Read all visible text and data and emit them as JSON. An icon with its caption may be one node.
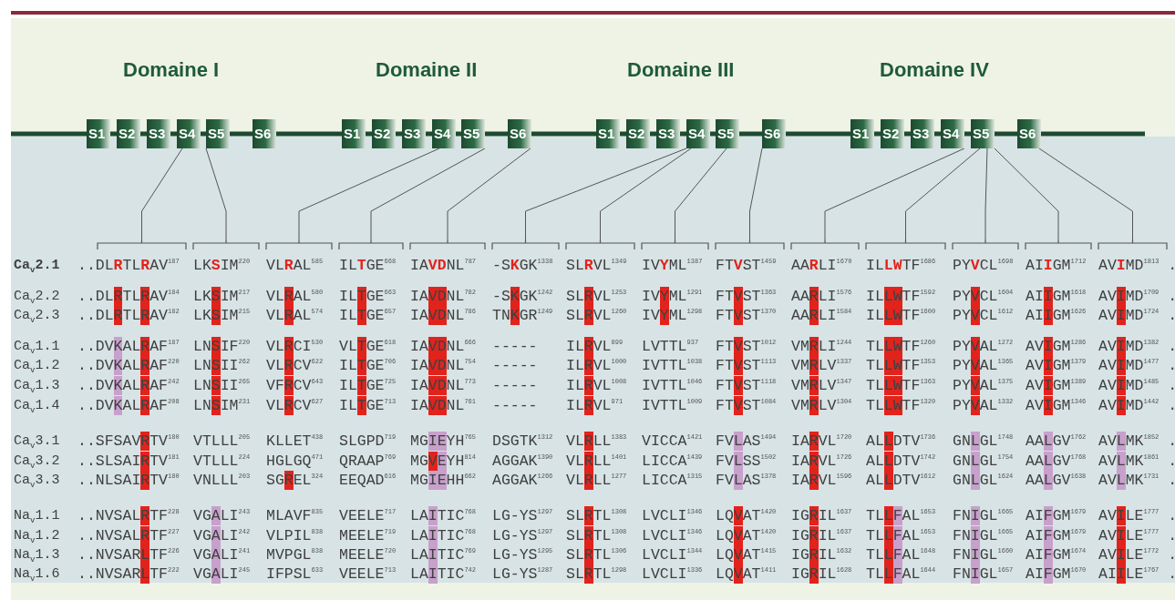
{
  "diagram": {
    "nodes": [
      {
        "text": [
          "S1"
        ]
      },
      {
        "text": [
          "S2"
        ]
      },
      {
        "text": [
          "S3"
        ]
      },
      {
        "text": [
          "S4"
        ]
      },
      {
        "text": [
          "S5"
        ]
      },
      {
        "text": [
          "S6"
        ]
      },
      {
        "text": [
          "S1"
        ]
      },
      {
        "text": [
          "S2"
        ]
      },
      {
        "text": [
          "S3"
        ]
      },
      {
        "text": [
          "S4"
        ]
      },
      {
        "text": [
          "S5"
        ]
      },
      {
        "text": [
          "S6"
        ]
      },
      {
        "text": [
          "S1"
        ]
      },
      {
        "text": [
          "S2"
        ]
      },
      {
        "text": [
          "S3"
        ]
      },
      {
        "text": [
          "S4"
        ]
      },
      {
        "text": [
          "S5"
        ]
      },
      {
        "text": [
          "S6"
        ]
      },
      {
        "text": [
          "S1"
        ]
      },
      {
        "text": [
          "S2"
        ]
      },
      {
        "text": [
          "S3"
        ]
      },
      {
        "text": [
          "S4"
        ]
      },
      {
        "text": [
          "S5"
        ]
      },
      {
        "text": [
          "S6"
        ]
      },
      {
        "text": [],
        "shape": "bracket"
      },
      {
        "text": [],
        "shape": "bracket"
      },
      {
        "text": [],
        "shape": "bracket"
      },
      {
        "text": [],
        "shape": "bracket"
      },
      {
        "text": [],
        "shape": "bracket"
      },
      {
        "text": [],
        "shape": "bracket"
      },
      {
        "text": [],
        "shape": "bracket"
      },
      {
        "text": [],
        "shape": "bracket"
      },
      {
        "text": [],
        "shape": "bracket"
      },
      {
        "text": [],
        "shape": "bracket"
      },
      {
        "text": [],
        "shape": "bracket"
      },
      {
        "text": [],
        "shape": "bracket"
      },
      {
        "text": [],
        "shape": "bracket"
      },
      {
        "text": [],
        "shape": "bracket"
      }
    ],
    "edges": [
      {
        "from": 3,
        "to": 24,
        "arrow": "none"
      },
      {
        "from": 4,
        "to": 25,
        "arrow": "none"
      },
      {
        "from": 9,
        "to": 26,
        "arrow": "none"
      },
      {
        "from": 10,
        "to": 27,
        "arrow": "none"
      },
      {
        "from": 11,
        "to": 28,
        "arrow": "none"
      },
      {
        "from": 15,
        "to": 29,
        "arrow": "none"
      },
      {
        "from": 15,
        "to": 30,
        "arrow": "none"
      },
      {
        "from": 16,
        "to": 31,
        "arrow": "none"
      },
      {
        "from": 17,
        "to": 32,
        "arrow": "none"
      },
      {
        "from": 21,
        "to": 33,
        "arrow": "none"
      },
      {
        "from": 22,
        "to": 34,
        "arrow": "none"
      },
      {
        "from": 22,
        "to": 35,
        "arrow": "none"
      },
      {
        "from": 22,
        "to": 36,
        "arrow": "none"
      },
      {
        "from": 23,
        "to": 37,
        "arrow": "none"
      }
    ],
    "labels": [
      "Domaine I",
      "Domaine II",
      "Domaine III",
      "Domaine IV",
      "Ca$_{v}$2.1",
      "..DLRTLRAV$^{187}$",
      "LKSIM$^{220}$",
      "VLRAL$^{585}$",
      "ILTGE$^{668}$",
      "IAVDNL$^{787}$",
      "-SKGK$^{1338}$",
      "SLRVL$^{1349}$",
      "IVYML$^{1387}$",
      "FTVST$^{1459}$",
      "AARLI$^{1670}$",
      "ILLWTF$^{1686}$",
      "PYVCL$^{1698}$",
      "AIIGM$^{1712}$",
      "AVIMD$^{1813}$ .",
      "Ca$_{v}$2.2",
      "..DLRTLRAV$^{184}$",
      "LKSIM$^{217}$",
      "VLRAL$^{580}$",
      "ILTGE$^{663}$",
      "IAVDNL$^{782}$",
      "-SKGK$^{1242}$",
      "SLRVL$^{1253}$",
      "IVYML$^{1291}$",
      "FTVST$^{1363}$",
      "AARLI$^{1576}$",
      "ILLWTF$^{1592}$",
      "PYVCL$^{1604}$",
      "AIIGM$^{1618}$",
      "AVIMD$^{1709}$ .",
      "Ca$_{v}$2.3",
      "..DLRTLRAV$^{182}$",
      "LKSIM$^{215}$",
      "VLRAL$^{574}$",
      "ILTGE$^{657}$",
      "IAVDNL$^{786}$",
      "TNKGR$^{1249}$",
      "SLRVL$^{1260}$",
      "IVYML$^{1298}$",
      "FTVST$^{1370}$",
      "AARLI$^{1584}$",
      "ILLWTF$^{1600}$",
      "PYVCL$^{1612}$",
      "AIIGM$^{1626}$",
      "AVIMD$^{1724}$ .",
      "Ca$_{v}$1.1",
      "..DVKALRAF$^{187}$",
      "LNSIF$^{220}$",
      "VLRCI$^{530}$",
      "VLTGE$^{618}$",
      "IAVDNL$^{666}$",
      "-----",
      "ILRVL$^{899}$",
      "LVTTL$^{937}$",
      "FTVST$^{1012}$",
      "VMRLI$^{1244}$",
      "TLLWTF$^{1260}$",
      "PYVAL$^{1272}$",
      "AVIGM$^{1286}$",
      "AVIMD$^{1382}$ .",
      "Ca$_{v}$1.2",
      "..DVKALRAF$^{220}$",
      "LNSII$^{262}$",
      "VLRCV$^{622}$",
      "ILTGE$^{706}$",
      "IAVDNL$^{754}$",
      "-----",
      "ILRVL$^{1000}$",
      "IVTTL$^{1038}$",
      "FTVST$^{1113}$",
      "VMRLV$^{1337}$",
      "TLLWTF$^{1353}$",
      "PYVAL$^{1365}$",
      "AVIGM$^{1379}$",
      "AVIMD$^{1477}$ .",
      "Ca$_{v}$1.3",
      "..DVKALRAF$^{242}$",
      "LNSII$^{265}$",
      "VFRCV$^{643}$",
      "ILTGE$^{725}$",
      "IAVDNL$^{773}$",
      "-----",
      "ILRVL$^{1008}$",
      "IVTTL$^{1046}$",
      "FTVST$^{1118}$",
      "VMRLV$^{1347}$",
      "TLLWTF$^{1363}$",
      "PYVAL$^{1375}$",
      "AVIGM$^{1389}$",
      "AVIMD$^{1485}$ .",
      "Ca$_{v}$1.4",
      "..DVKALRAF$^{208}$",
      "LNSIM$^{231}$",
      "VLRCV$^{627}$",
      "ILTGE$^{713}$",
      "IAVDNL$^{761}$",
      "-----",
      "ILRVL$^{971}$",
      "IVTTL$^{1009}$",
      "FTVST$^{1084}$",
      "VMRLV$^{1304}$",
      "TLLWTF$^{1320}$",
      "PYVAL$^{1332}$",
      "AVIGM$^{1346}$",
      "AVIMD$^{1442}$ .",
      "Ca$_{v}$3.1",
      "..SFSAVRTV$^{180}$",
      "VTLLL$^{205}$",
      "KLLET$^{438}$",
      "SLGPD$^{719}$",
      "MGIEYH$^{765}$",
      "DSGTK$^{1312}$",
      "VLRLL$^{1383}$",
      "VICCA$^{1421}$",
      "FVLAS$^{1494}$",
      "IARVL$^{1720}$",
      "ALLDTV$^{1736}$",
      "GNLGL$^{1748}$",
      "AALGV$^{1762}$",
      "AVLMK$^{1852}$ .",
      "Ca$_{v}$3.2",
      "..SLSAIRTV$^{181}$",
      "VTLLL$^{224}$",
      "HGLGQ$^{471}$",
      "QRAAP$^{769}$",
      "MGVEYH$^{814}$",
      "AGGAK$^{1390}$",
      "VLRLL$^{1401}$",
      "LICCA$^{1439}$",
      "FVLSS$^{1502}$",
      "IARVL$^{1726}$",
      "ALLDTV$^{1742}$",
      "GNLGL$^{1754}$",
      "AALGV$^{1768}$",
      "AVLMK$^{1861}$ .",
      "Ca$_{v}$3.3",
      "..NLSAIRTV$^{180}$",
      "VNLLL$^{203}$",
      "SGREL$^{324}$",
      "EEQAD$^{616}$",
      "MGIEHH$^{662}$",
      "AGGAK$^{1266}$",
      "VLRLL$^{1277}$",
      "LICCA$^{1315}$",
      "FVLAS$^{1378}$",
      "IARVL$^{1596}$",
      "ALLDTV$^{1612}$",
      "GNLGL$^{1624}$",
      "AALGV$^{1638}$",
      "AVLMK$^{1731}$ .",
      "Na$_{v}$1.1",
      "..NVSALRTF$^{228}$",
      "VGALI$^{243}$",
      "MLAVF$^{835}$",
      "VEELE$^{717}$",
      "LAITIC$^{768}$",
      "LG-YS$^{1297}$",
      "SLRTL$^{1308}$",
      "LVCLI$^{1346}$",
      "LQVAT$^{1420}$",
      "IGRIL$^{1637}$",
      "TLLFAL$^{1653}$",
      "FNIGL$^{1665}$",
      "AIFGM$^{1679}$",
      "AVILE$^{1777}$ .",
      "Na$_{v}$1.2",
      "..NVSALRTF$^{227}$",
      "VGALI$^{242}$",
      "VLPIL$^{838}$",
      "MEELE$^{719}$",
      "LAITIC$^{768}$",
      "LG-YS$^{1297}$",
      "SLRTL$^{1308}$",
      "LVCLI$^{1346}$",
      "LQVAT$^{1420}$",
      "IGRIL$^{1637}$",
      "TLLFAL$^{1653}$",
      "FNIGL$^{1665}$",
      "AIFGM$^{1679}$",
      "AVILE$^{1777}$ .",
      "Na$_{v}$1.3",
      "..NVSARLTF$^{226}$",
      "VGALI$^{241}$",
      "MVPGL$^{838}$",
      "MEELE$^{720}$",
      "LAITIC$^{769}$",
      "LG-YS$^{1295}$",
      "SLRTL$^{1306}$",
      "LVCLI$^{1344}$",
      "LQVAT$^{1415}$",
      "IGRIL$^{1632}$",
      "TLLFAL$^{1648}$",
      "FNIGL$^{1660}$",
      "AIFGM$^{1674}$",
      "AVILE$^{1772}$ .",
      "Na$_{v}$1.6",
      "..NVSARLTF$^{222}$",
      "VGALI$^{245}$",
      "IFPSL$^{633}$",
      "VEELE$^{713}$",
      "LAITIC$^{742}$",
      "LG-YS$^{1287}$",
      "SLRTL$^{1298}$",
      "LVCLI$^{1336}$",
      "LQVAT$^{1411}$",
      "IGRIL$^{1628}$",
      "TLLFAL$^{1644}$",
      "FNIGL$^{1657}$",
      "AIFGM$^{1670}$",
      "AIILE$^{1767}$ ."
    ]
  }
}
